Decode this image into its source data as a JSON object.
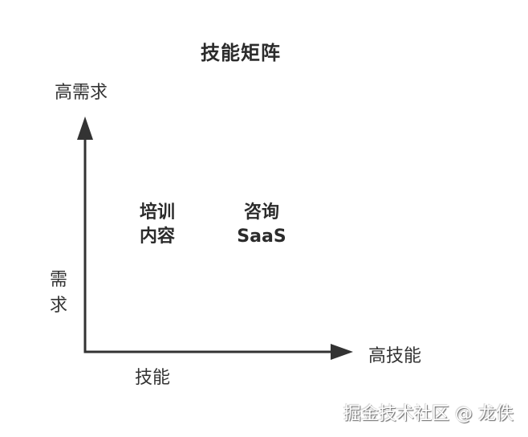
{
  "title": "技能矩阵",
  "axes": {
    "y": {
      "end_label": "高需求",
      "side_label_chars": [
        "需",
        "求"
      ],
      "direction": "up",
      "color": "#333333"
    },
    "x": {
      "end_label": "高技能",
      "under_label": "技能",
      "direction": "right",
      "color": "#333333"
    }
  },
  "quadrant_items": [
    {
      "lines": [
        "培训",
        "内容"
      ]
    },
    {
      "lines": [
        "咨询",
        "SaaS"
      ]
    }
  ],
  "watermark": "掘金技术社区 @ 龙佚"
}
